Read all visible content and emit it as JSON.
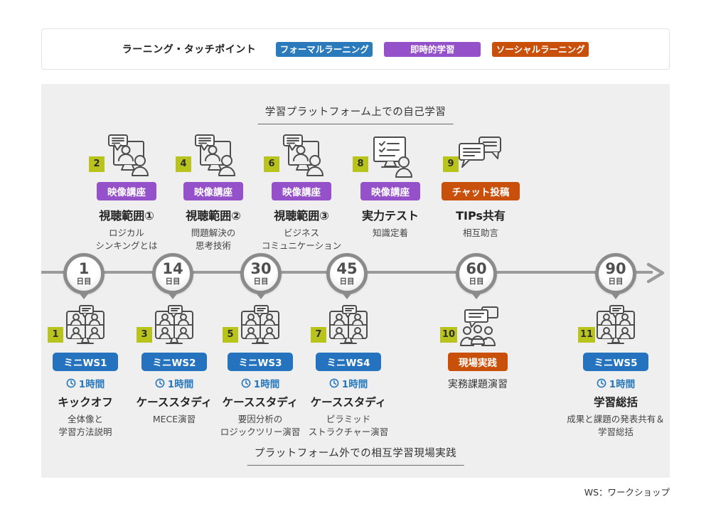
{
  "legend": {
    "title": "ラーニング・タッチポイント",
    "badges": [
      {
        "label": "フォーマルラーニング",
        "color": "#2a7abc"
      },
      {
        "label": "即時的学習",
        "color": "#9551c9"
      },
      {
        "label": "ソーシャルラーニング",
        "color": "#c8500a"
      }
    ]
  },
  "sections": {
    "top_title": "学習プラットフォーム上での自己学習",
    "bottom_title": "プラットフォーム外での相互学習現場実践"
  },
  "footnote": "WS：ワークショップ",
  "timeline": {
    "unit": "日目",
    "days": [
      "1",
      "14",
      "30",
      "45",
      "60",
      "90"
    ]
  },
  "colors": {
    "formal_blue": "#2573be",
    "instant_purple": "#9551c9",
    "social_orange": "#c8500a",
    "number_badge_yellow": "#b8c41c",
    "board_gray": "#efefef",
    "timeline_gray": "#8b8b8b"
  },
  "top_items": [
    {
      "number": "2",
      "icon": "video-lecture-icon",
      "tag": "映像講座",
      "title": "視聴範囲①",
      "desc": "ロジカル\nシンキングとは"
    },
    {
      "number": "4",
      "icon": "video-lecture-icon",
      "tag": "映像講座",
      "title": "視聴範囲②",
      "desc": "問題解決の\n思考技術"
    },
    {
      "number": "6",
      "icon": "video-lecture-icon",
      "tag": "映像講座",
      "title": "視聴範囲③",
      "desc": "ビジネス\nコミュニケーション"
    },
    {
      "number": "8",
      "icon": "skill-test-icon",
      "tag": "映像講座",
      "title": "実力テスト",
      "desc": "知識定着"
    },
    {
      "number": "9",
      "icon": "chat-post-icon",
      "tag": "チャット投稿",
      "title": "TIPs共有",
      "desc": "相互助言"
    }
  ],
  "bottom_items": [
    {
      "number": "1",
      "icon": "video-workshop-icon",
      "tag": "ミニWS1",
      "time": "1時間",
      "title": "キックオフ",
      "desc": "全体像と\n学習方法説明"
    },
    {
      "number": "3",
      "icon": "video-workshop-icon",
      "tag": "ミニWS2",
      "time": "1時間",
      "title": "ケーススタディ",
      "desc": "MECE演習"
    },
    {
      "number": "5",
      "icon": "video-workshop-icon",
      "tag": "ミニWS3",
      "time": "1時間",
      "title": "ケーススタディ",
      "desc": "要因分析の\nロジックツリー演習"
    },
    {
      "number": "7",
      "icon": "video-workshop-icon",
      "tag": "ミニWS4",
      "time": "1時間",
      "title": "ケーススタディ",
      "desc": "ピラミッド\nストラクチャー演習"
    },
    {
      "number": "10",
      "icon": "group-practice-icon",
      "tag": "現場実践",
      "desc": "実務課題演習"
    },
    {
      "number": "11",
      "icon": "video-workshop-icon",
      "tag": "ミニWS5",
      "time": "1時間",
      "title": "学習総括",
      "desc": "成果と課題の発表共有＆\n学習総括"
    }
  ]
}
